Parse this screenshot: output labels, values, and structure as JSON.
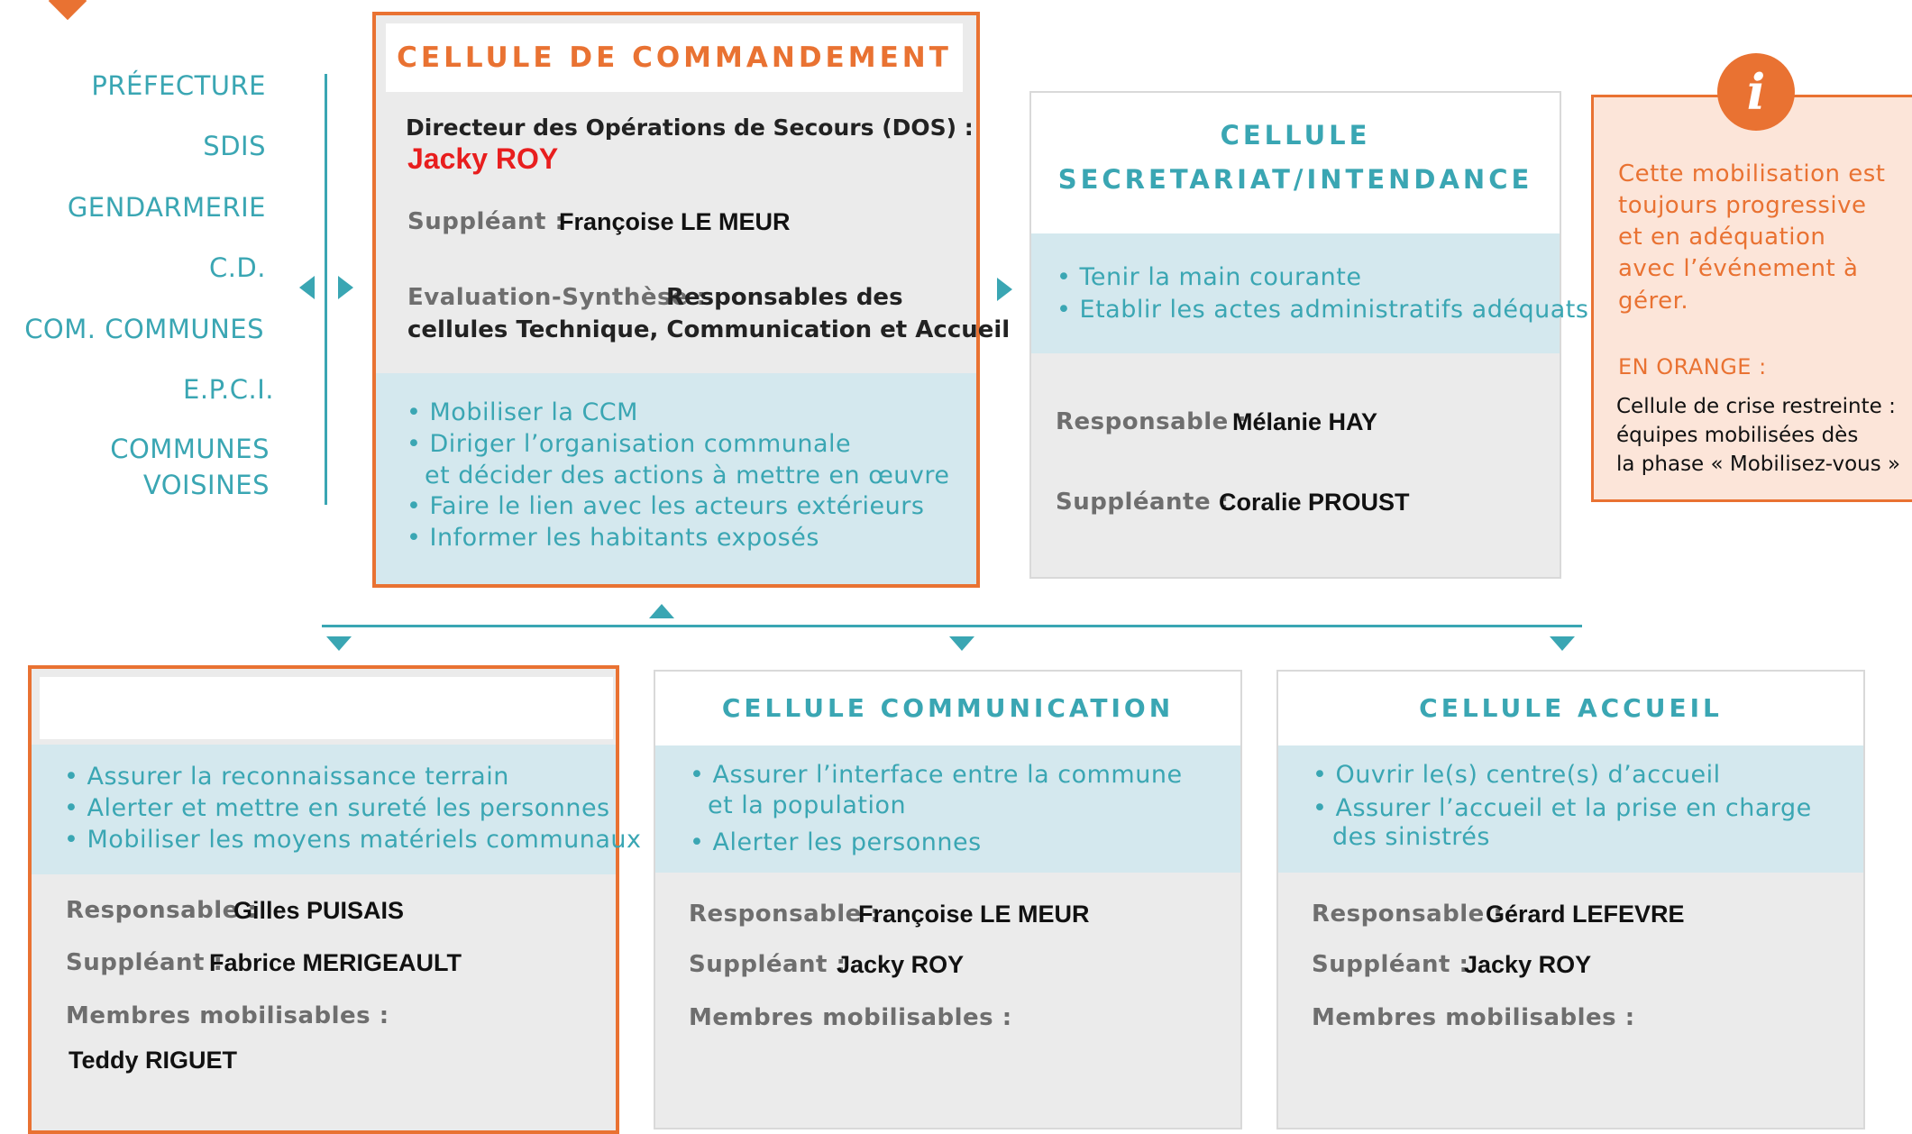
{
  "partners": [
    "PRÉFECTURE",
    "SDIS",
    "GENDARMERIE",
    "C.D.",
    "COM. COMMUNES",
    "E.P.C.I.",
    "COMMUNES",
    "VOISINES"
  ],
  "commandement": {
    "title": "CELLULE DE COMMANDEMENT",
    "dos_label": "Directeur des Opérations de Secours (DOS) :",
    "dos_name": "Jacky ROY",
    "suppleant_label": "Suppléant :",
    "suppleant_name": "Françoise LE MEUR",
    "eval_label": "Evaluation-Synthèse :",
    "eval_value_1": "Responsables des",
    "eval_value_2": "cellules Technique, Communication et Accueil",
    "bullets": [
      "• Mobiliser la CCM",
      "• Diriger l’organisation communale",
      "et décider des actions à mettre en œuvre",
      "• Faire le lien avec les acteurs extérieurs",
      "• Informer les habitants exposés"
    ]
  },
  "secretariat": {
    "title_1": "CELLULE",
    "title_2": "SECRETARIAT/INTENDANCE",
    "bullets": [
      "• Tenir la main courante",
      "• Etablir les actes administratifs adéquats"
    ],
    "responsable_label": "Responsable :",
    "responsable_name": "Mélanie HAY",
    "suppleante_label": "Suppléante :",
    "suppleante_name": "Coralie PROUST"
  },
  "info": {
    "icon": "i",
    "text": [
      "Cette mobilisation est",
      "toujours progressive",
      "et en adéquation",
      "avec l’événement à",
      "gérer."
    ],
    "orange_label": "EN ORANGE :",
    "orange_text": [
      "Cellule de crise restreinte :",
      "équipes mobilisées dès",
      "la phase « Mobilisez-vous »"
    ]
  },
  "technique": {
    "title": "",
    "bullets": [
      "• Assurer la reconnaissance terrain",
      "• Alerter et mettre en sureté les personnes",
      "• Mobiliser les moyens matériels communaux"
    ],
    "responsable_label": "Responsable :",
    "responsable_name": "Gilles PUISAIS",
    "suppleant_label": "Suppléant :",
    "suppleant_name": "Fabrice MERIGEAULT",
    "membres_label": "Membres mobilisables :",
    "membre_1": "Teddy RIGUET"
  },
  "communication": {
    "title": "CELLULE COMMUNICATION",
    "bullets": [
      "• Assurer l’interface entre la commune",
      "et la population",
      "• Alerter les personnes"
    ],
    "responsable_label": "Responsable :",
    "responsable_name": "Françoise LE MEUR",
    "suppleant_label": "Suppléant :",
    "suppleant_name": "Jacky ROY",
    "membres_label": "Membres mobilisables :"
  },
  "accueil": {
    "title": "CELLULE ACCUEIL",
    "bullets": [
      "• Ouvrir le(s) centre(s) d’accueil",
      "• Assurer l’accueil et la prise en charge",
      "des sinistrés"
    ],
    "responsable_label": "Responsable :",
    "responsable_name": "Gérard LEFEVRE",
    "suppleant_label": "Suppléant :",
    "suppleant_name": "Jacky ROY",
    "membres_label": "Membres mobilisables :"
  },
  "colors": {
    "orange": "#e97232",
    "teal": "#3aa6b3",
    "red": "#e81e1e",
    "band": "#d4e8ee",
    "box": "#ebebeb"
  }
}
